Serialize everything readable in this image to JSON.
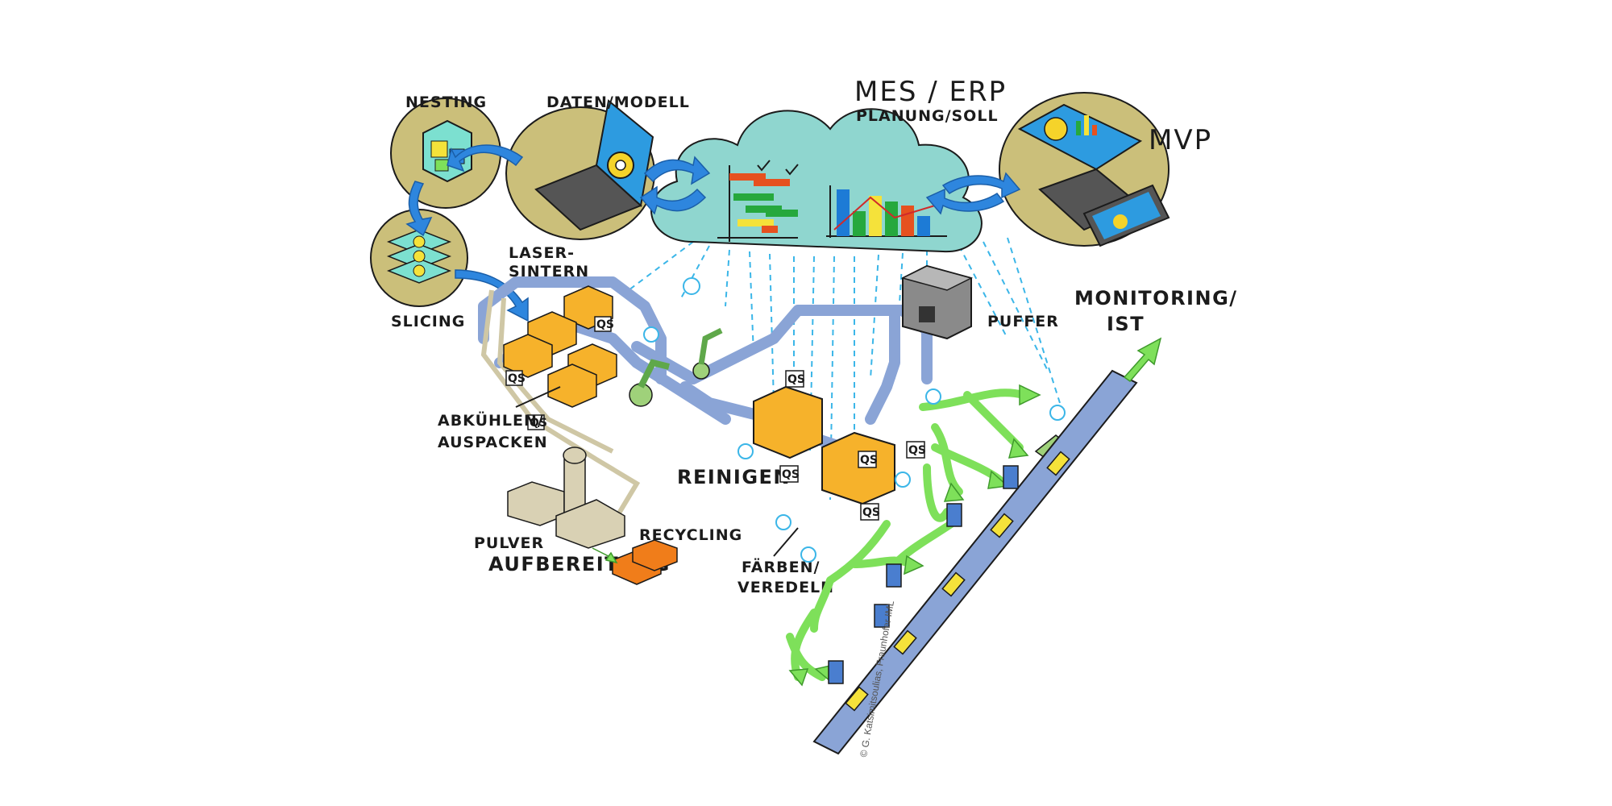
{
  "labels": {
    "nesting": "NESTING",
    "daten_modell": "DATEN/MODELL",
    "mes_erp": "MES / ERP",
    "planung_soll": "PLANUNG/SOLL",
    "mvp": "MVP",
    "monitoring_1": "MONITORING/",
    "monitoring_2": "IST",
    "slicing": "SLICING",
    "laser_1": "LASER-",
    "laser_2": "SINTERN",
    "puffer": "PUFFER",
    "abkuehlen_1": "ABKÜHLEN/",
    "abkuehlen_2": "AUSPACKEN",
    "reinigen": "REINIGEN",
    "pulver_1": "PULVER",
    "pulver_2": "AUFBEREITUNG",
    "recycling": "RECYCLING",
    "faerben_1": "FÄRBEN/",
    "faerben_2": "VEREDELN",
    "qs": "QS",
    "credit": "© G. Katsimitsoulias, Fraunhofer IML"
  },
  "colors": {
    "cloud": "#8fd6cf",
    "bubble": "#cbbf7a",
    "conveyor": "#8aa4d6",
    "machine": "#f6b22b",
    "recycling": "#f07d1a",
    "pulver": "#d9d1b4",
    "flow": "#7ee05a",
    "arrow": "#2e86de",
    "signal": "#3bb6e8"
  },
  "icons": [
    "cloud-icon",
    "laptop-icon",
    "tablet-icon",
    "gear-icon",
    "wifi-icon",
    "printer-icon"
  ]
}
